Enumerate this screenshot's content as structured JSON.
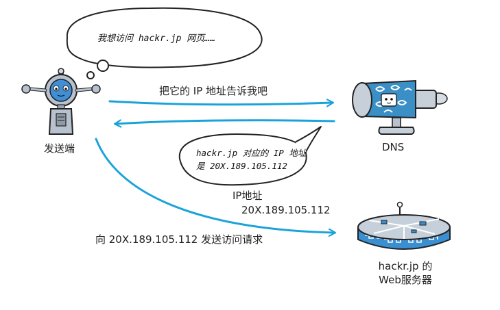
{
  "bubbles": {
    "sender_thought": "我想访问 hackr.jp 网页……",
    "dns_reply_line1": "hackr.jp 对应的 IP 地址",
    "dns_reply_line2": "是 20X.189.105.112"
  },
  "labels": {
    "sender": "发送端",
    "dns": "DNS",
    "query": "把它的 IP 地址告诉我吧",
    "ip_title": "IP地址",
    "ip_value": "20X.189.105.112",
    "request": "向 20X.189.105.112 发送访问请求",
    "server_line1": "hackr.jp 的",
    "server_line2": "Web服务器"
  },
  "colors": {
    "arrow": "#1aa3d9",
    "robot_body": "#b8c2cf",
    "robot_face": "#3f8fd6",
    "dns_body": "#3b8fc7",
    "server_top": "#c6d0da",
    "server_band": "#3a8fd1",
    "outline": "#222222"
  },
  "icons": {
    "sender": "robot-icon",
    "dns": "dns-server-icon",
    "web_server": "web-server-icon"
  }
}
